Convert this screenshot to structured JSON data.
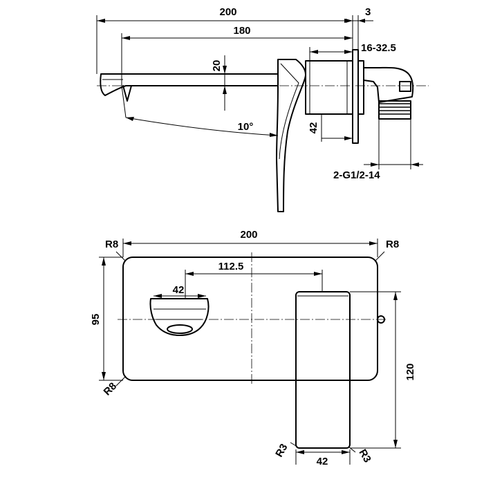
{
  "drawing": {
    "side_view": {
      "overall_length": "200",
      "plate_thickness": "3",
      "spout_length": "180",
      "spout_height": "20",
      "wall_range": "16-32.5",
      "body_width": "42",
      "spout_angle": "10°",
      "connection": "2-G1/2-14"
    },
    "front_view": {
      "plate_width": "200",
      "corner_radius_top_left": "R8",
      "corner_radius_top_right": "R8",
      "corner_radius_bottom_left": "R8",
      "plate_height": "95",
      "spout_offset": "112.5",
      "outlet_width": "42",
      "lever_height": "120",
      "lever_width": "42",
      "lever_radius_left": "R3",
      "lever_radius_right": "R3"
    }
  }
}
